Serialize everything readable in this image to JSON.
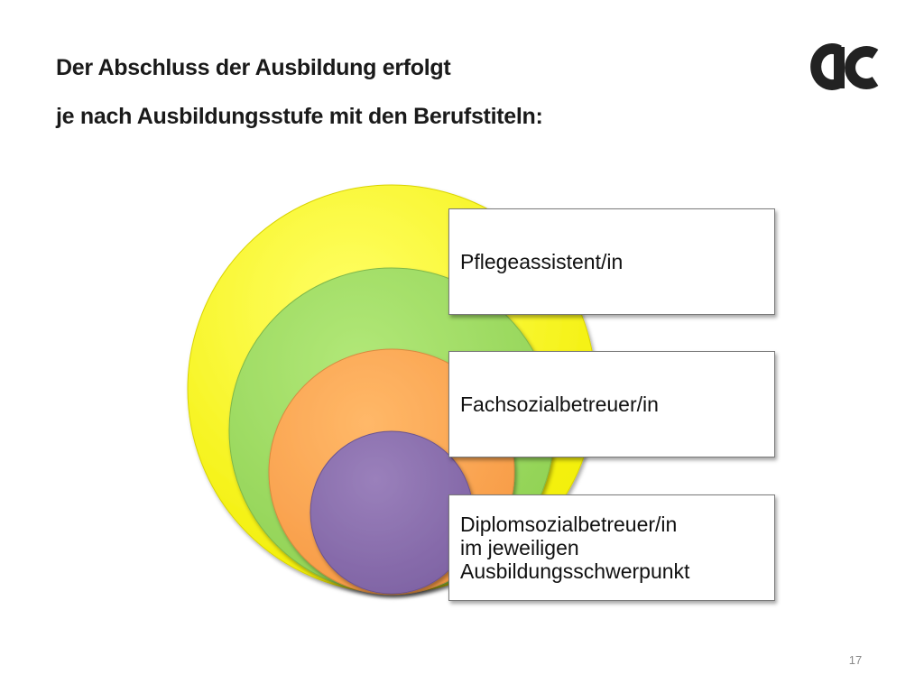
{
  "slide": {
    "title_line1": "Der Abschluss der Ausbildung erfolgt",
    "title_line2": "je nach Ausbildungsstufe mit den Berufstiteln:",
    "logo_text": "ac",
    "page_number": "17"
  },
  "levels": [
    {
      "label": "Pflegeassistent/in",
      "color": "#ffff00"
    },
    {
      "label": "Fachsozialbetreuer/in",
      "color": "#9bdc5a"
    },
    {
      "label": "Diplomsozialbetreuer/in\nim jeweiligen\nAusbildungsschwerpunkt",
      "color": "#ffa552"
    },
    {
      "label": "",
      "color": "#8b6fae"
    }
  ]
}
